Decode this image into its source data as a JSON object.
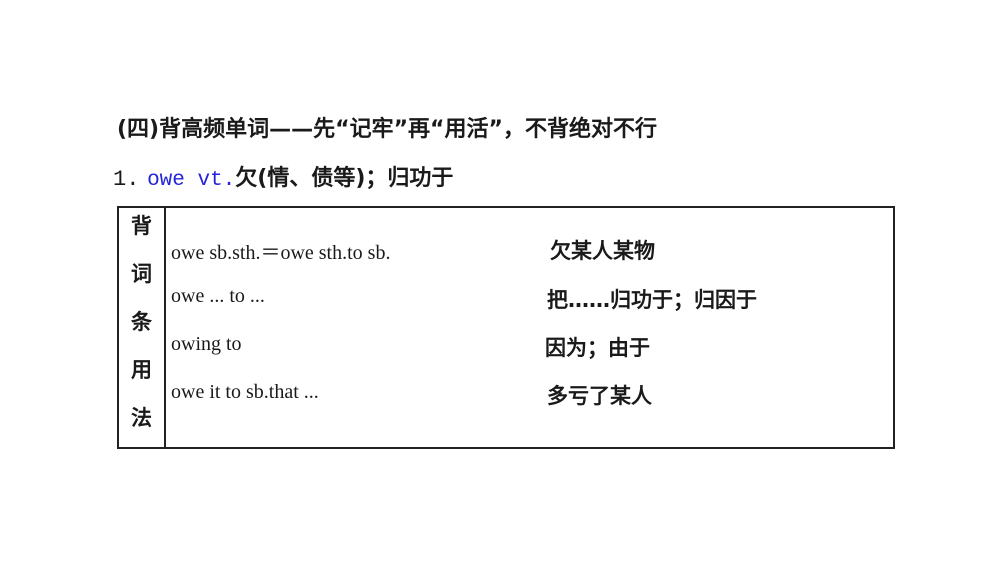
{
  "heading": "(四)背高频单词——先“记牢”再“用活”，不背绝对不行",
  "item": {
    "number": "1.",
    "word": "owe vt.",
    "definition": "欠(情、债等)；归功于"
  },
  "table": {
    "side_label": [
      "背",
      "词",
      "条",
      "用",
      "法"
    ],
    "rows": [
      {
        "en": "owe sb.sth.＝owe sth.to sb.",
        "cn": "欠某人某物"
      },
      {
        "en": "owe ... to ...",
        "cn": "把……归功于；归因于"
      },
      {
        "en": "owing to",
        "cn": "因为；由于"
      },
      {
        "en": "owe it to sb.that ...",
        "cn": "多亏了某人"
      }
    ]
  }
}
